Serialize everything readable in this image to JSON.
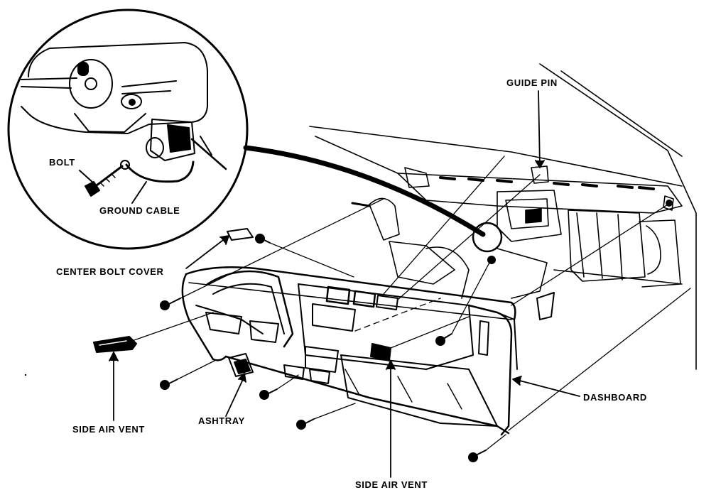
{
  "labels": {
    "guide_pin": "GUIDE PIN",
    "bolt": "BOLT",
    "ground_cable": "GROUND CABLE",
    "center_bolt_cover": "CENTER BOLT COVER",
    "dashboard": "DASHBOARD",
    "ashtray": "ASHTRAY",
    "side_air_vent_left": "SIDE AIR VENT",
    "side_air_vent_bottom": "SIDE AIR VENT"
  },
  "colors": {
    "ink": "#000000",
    "paper": "#ffffff"
  }
}
